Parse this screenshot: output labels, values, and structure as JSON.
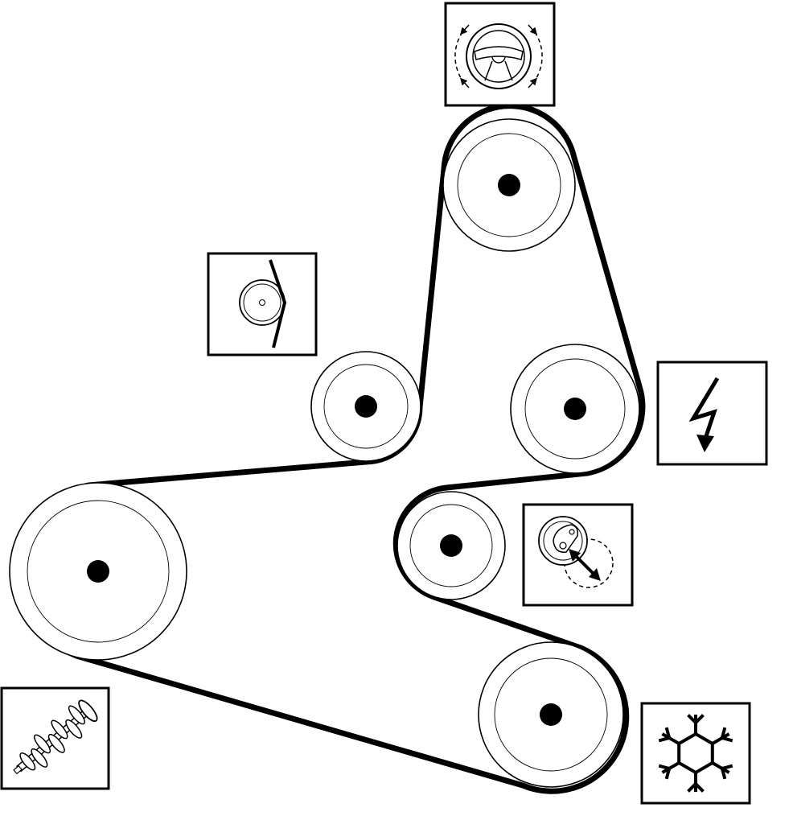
{
  "diagram": {
    "kind": "serpentine-belt-routing",
    "colors": {
      "line": "#000000",
      "background": "#ffffff"
    },
    "pulleys": [
      {
        "id": "power-steering-pump",
        "icon": "steering-wheel-icon",
        "role": "driven"
      },
      {
        "id": "idler",
        "icon": "idler-pulley-icon",
        "role": "guide"
      },
      {
        "id": "alternator",
        "icon": "lightning-bolt-icon",
        "role": "driven"
      },
      {
        "id": "tensioner",
        "icon": "tensioner-icon",
        "role": "tension"
      },
      {
        "id": "crankshaft",
        "icon": "crankshaft-icon",
        "role": "drive"
      },
      {
        "id": "ac-compressor",
        "icon": "snowflake-icon",
        "role": "driven"
      }
    ]
  }
}
